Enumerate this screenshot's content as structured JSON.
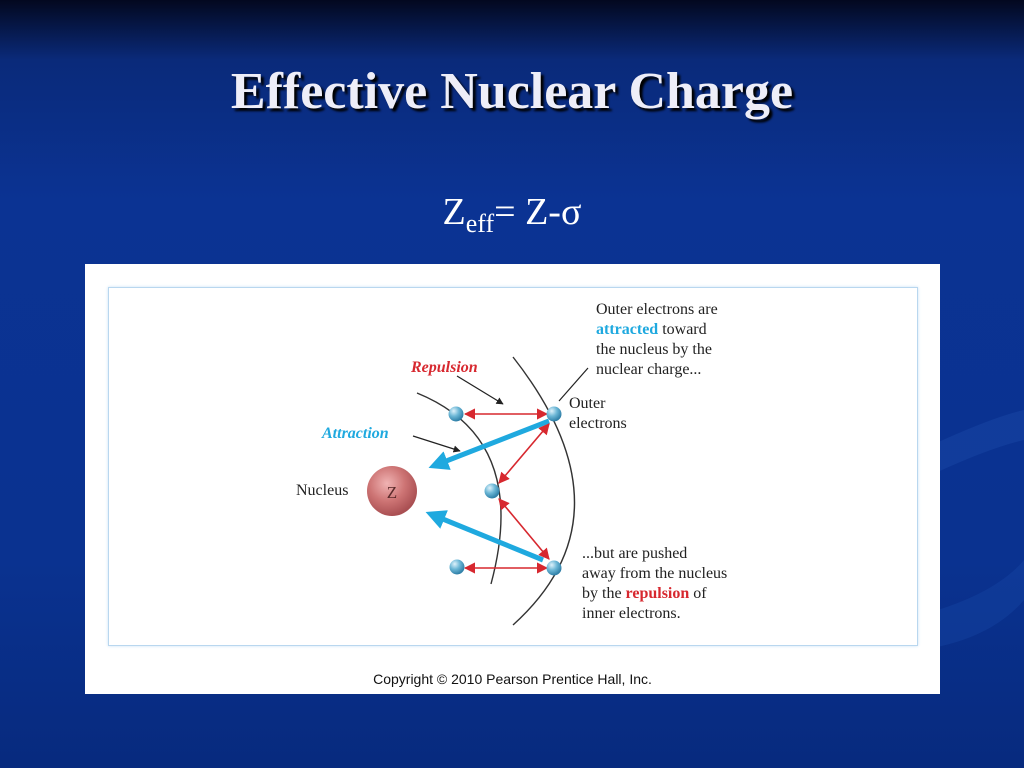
{
  "slide": {
    "title": "Effective Nuclear Charge",
    "formula": {
      "symbol": "Z",
      "subscript": "eff",
      "rhs": "= Z-σ"
    }
  },
  "diagram": {
    "labels": {
      "repulsion": "Repulsion",
      "attraction": "Attraction",
      "nucleus": "Nucleus",
      "nucleus_symbol": "Z",
      "outer_electrons_line1": "Outer",
      "outer_electrons_line2": "electrons"
    },
    "top_note": {
      "line1": "Outer electrons are",
      "line2_emphasis": "attracted",
      "line2_rest": " toward",
      "line3": "the nucleus by the",
      "line4": "nuclear charge..."
    },
    "bottom_note": {
      "line1": "...but are pushed",
      "line2": "away from the nucleus",
      "line3_start": "by the ",
      "line3_emphasis": "repulsion",
      "line3_end": " of",
      "line4": "inner electrons."
    },
    "colors": {
      "repulsion": "#d7282f",
      "attraction": "#1fa9df",
      "nucleus": "#c46a6a",
      "electron": "#5aa9c9"
    },
    "copyright": "Copyright © 2010 Pearson Prentice Hall, Inc."
  }
}
